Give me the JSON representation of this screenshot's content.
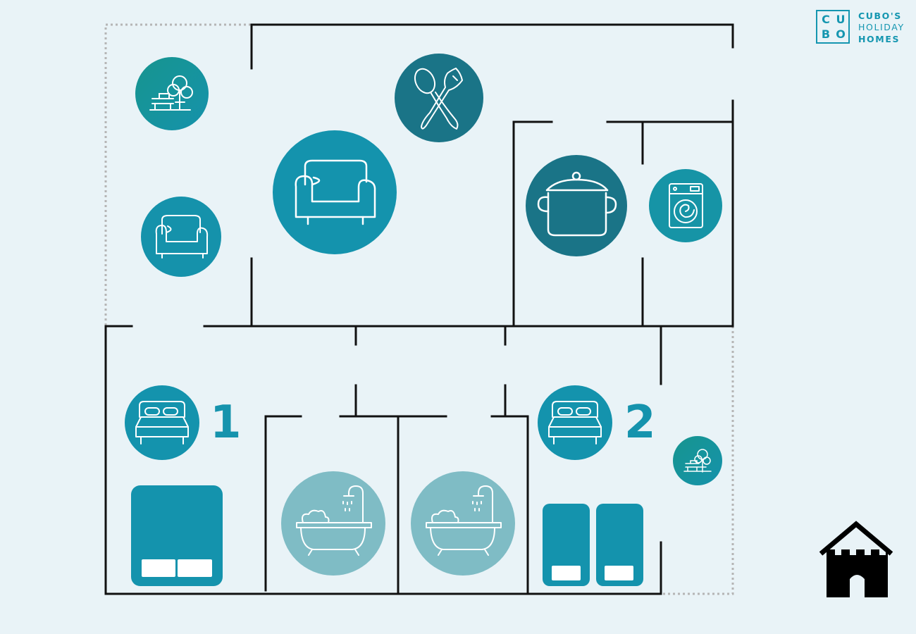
{
  "logo": {
    "letters": [
      "C",
      "U",
      "B",
      "O"
    ],
    "line1": "CUBO'S",
    "line2": "HOLIDAY",
    "line3": "HOMES"
  },
  "rooms": {
    "bedroom_1_number": "1",
    "bedroom_2_number": "2"
  },
  "icons": [
    "terrace-tree-bench-icon",
    "armchair-icon",
    "sofa-icon",
    "dining-cutlery-icon",
    "kitchen-pot-icon",
    "washing-machine-icon",
    "double-bed-icon",
    "double-bed-icon",
    "bathtub-shower-icon",
    "bathtub-shower-icon",
    "small-terrace-tree-bench-icon",
    "house-castle-icon"
  ],
  "colors": {
    "background": "#e9f3f7",
    "teal_primary": "#1593ad",
    "teal_dark": "#1b6f80",
    "teal_mid": "#168f96",
    "bath_circle": "#7fbcc5",
    "wall": "#111111",
    "dotted_boundary": "#b5b5b5"
  }
}
